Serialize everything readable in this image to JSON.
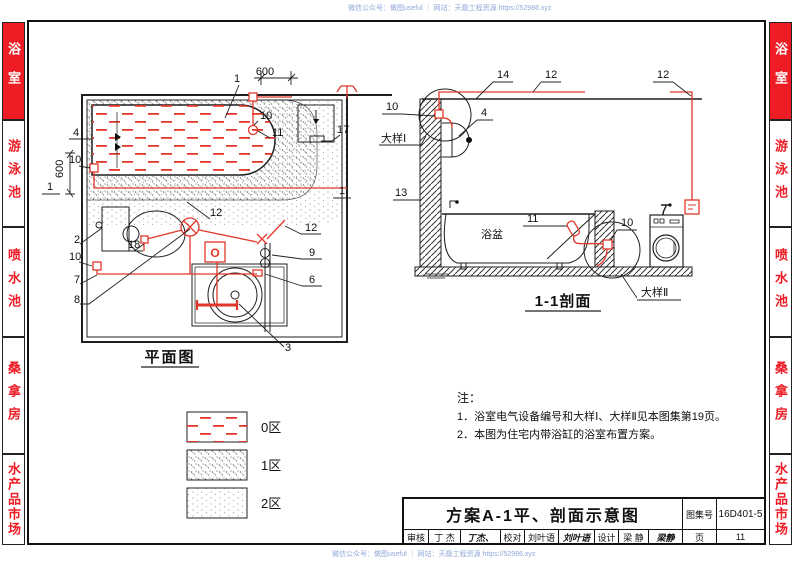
{
  "colors": {
    "accent_red": "#ee1c25",
    "line_red": "#e2372b",
    "line_black": "#1f1f1f",
    "watermark_blue": "#8fa8d8"
  },
  "watermark": {
    "top": "微信公众号：做图useful ｜ 网站：天磊工程资源 https://52986.xyz",
    "bottom": "微信公众号：做图useful ｜ 网站：天磊工程资源 https://52986.xyz"
  },
  "sidebar": {
    "active": "浴室",
    "items": [
      {
        "label": "浴室",
        "active": true
      },
      {
        "label": "游泳池",
        "active": false
      },
      {
        "label": "喷水池",
        "active": false
      },
      {
        "label": "桑拿房",
        "active": false
      },
      {
        "label": "水产品市场",
        "active": false
      }
    ]
  },
  "plan": {
    "title": "平面图",
    "fan": "O",
    "n1": "1",
    "n600h": "600",
    "n10_top": "10",
    "n11": "11",
    "n17": "17",
    "n4": "4",
    "n10_left": "10",
    "n600v": "600",
    "cut_left": "1",
    "cut_right": "1",
    "n2": "2",
    "n18": "18",
    "n10_ll": "10",
    "n7": "7",
    "n8": "8",
    "n12_mid": "12",
    "n12_right": "12",
    "n9": "9",
    "n6": "6",
    "n3": "3"
  },
  "section": {
    "title": "1-1剖面",
    "n14": "14",
    "n12_a": "12",
    "n12_b": "12",
    "n10_tl": "10",
    "detail1": "大样Ⅰ",
    "n4": "4",
    "n13": "13",
    "tub": "浴盆",
    "n11": "11",
    "n10_r": "10",
    "detail2": "大样Ⅱ"
  },
  "legend": {
    "items": [
      {
        "label": "0区"
      },
      {
        "label": "1区"
      },
      {
        "label": "2区"
      }
    ]
  },
  "notes": {
    "heading": "注：",
    "items": [
      "1．浴室电气设备编号和大样Ⅰ、大样Ⅱ见本图集第19页。",
      "2．本图为住宅内带浴缸的浴室布置方案。"
    ]
  },
  "titleblock": {
    "title": "方案A-1平、剖面示意图",
    "atlas_label": "图集号",
    "atlas_no": "16D401-5",
    "page_label": "页",
    "page_no": "11",
    "cols": [
      {
        "role": "审核",
        "name": "丁 杰",
        "sig": "丁杰、"
      },
      {
        "role": "校对",
        "name": "刘叶语",
        "sig": "刘叶语"
      },
      {
        "role": "设计",
        "name": "梁 静",
        "sig": "梁静"
      }
    ]
  }
}
